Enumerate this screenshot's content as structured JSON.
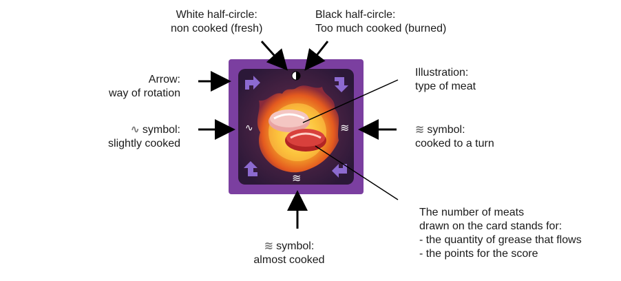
{
  "labels": {
    "white_half": {
      "line1": "White half-circle:",
      "line2": "non cooked (fresh)"
    },
    "black_half": {
      "line1": "Black half-circle:",
      "line2": "Too much cooked (burned)"
    },
    "arrow": {
      "line1": "Arrow:",
      "line2": "way of rotation"
    },
    "slightly": {
      "line1": "symbol:",
      "line2": "slightly cooked"
    },
    "illustration": {
      "line1": "Illustration:",
      "line2": "type of meat"
    },
    "turn": {
      "line1": "symbol:",
      "line2": "cooked to a turn"
    },
    "almost": {
      "line1": "symbol:",
      "line2": "almost cooked"
    },
    "number": {
      "line1": "The number of meats",
      "line2": "drawn on the card stands for:",
      "line3": "- the quantity of grease that flows",
      "line4": "- the points for the score"
    }
  },
  "symbols": {
    "single_wave": "∿",
    "double_wave": "≋",
    "triple_wave": "≋"
  },
  "icons": [
    "rotation-arrow-icon",
    "half-circle-icon",
    "wave-symbol-icon",
    "meat-steak-icon",
    "flame-icon"
  ],
  "colors": {
    "card_border": "#7b3fa0",
    "card_inner": "#2e1a3a",
    "flame_outer": "#f5a623",
    "flame_inner": "#e8452a",
    "meat_top": "#e9a3a3",
    "meat_bottom": "#c7302f"
  }
}
